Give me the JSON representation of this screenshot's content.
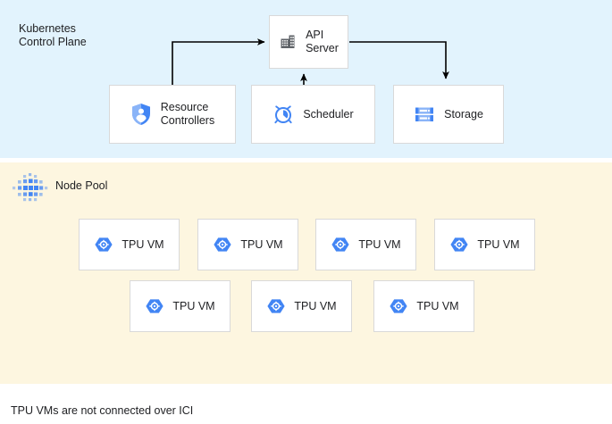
{
  "diagram": {
    "caption": "TPU VMs are not connected over ICI",
    "colors": {
      "control_plane_bg": "#e2f3fd",
      "node_pool_bg": "#fdf6e0",
      "box_bg": "#ffffff",
      "box_border": "#d9d9d9",
      "accent_blue": "#4285f4",
      "icon_gray": "#5f6368",
      "arrow": "#000000",
      "text": "#202124"
    }
  },
  "control_plane": {
    "title": "Kubernetes\nControl Plane",
    "nodes": [
      {
        "id": "api-server",
        "label": "API\nServer",
        "icon": "building-icon"
      },
      {
        "id": "resource-controllers",
        "label": "Resource\nControllers",
        "icon": "shield-user-icon"
      },
      {
        "id": "scheduler",
        "label": "Scheduler",
        "icon": "alarm-clock-icon"
      },
      {
        "id": "storage",
        "label": "Storage",
        "icon": "server-stack-icon"
      }
    ],
    "connections": [
      {
        "from": "resource-controllers",
        "to": "api-server",
        "style": "elbow-up-right"
      },
      {
        "from": "scheduler",
        "to": "api-server",
        "style": "straight-up"
      },
      {
        "from": "api-server",
        "to": "storage",
        "style": "elbow-right-down"
      }
    ]
  },
  "node_pool": {
    "title": "Node Pool",
    "icon": "dot-grid-icon",
    "rows": [
      {
        "vms": [
          {
            "label": "TPU VM",
            "icon": "tpu-hex-icon"
          },
          {
            "label": "TPU VM",
            "icon": "tpu-hex-icon"
          },
          {
            "label": "TPU VM",
            "icon": "tpu-hex-icon"
          },
          {
            "label": "TPU VM",
            "icon": "tpu-hex-icon"
          }
        ]
      },
      {
        "vms": [
          {
            "label": "TPU VM",
            "icon": "tpu-hex-icon"
          },
          {
            "label": "TPU VM",
            "icon": "tpu-hex-icon"
          },
          {
            "label": "TPU VM",
            "icon": "tpu-hex-icon"
          }
        ]
      }
    ]
  }
}
